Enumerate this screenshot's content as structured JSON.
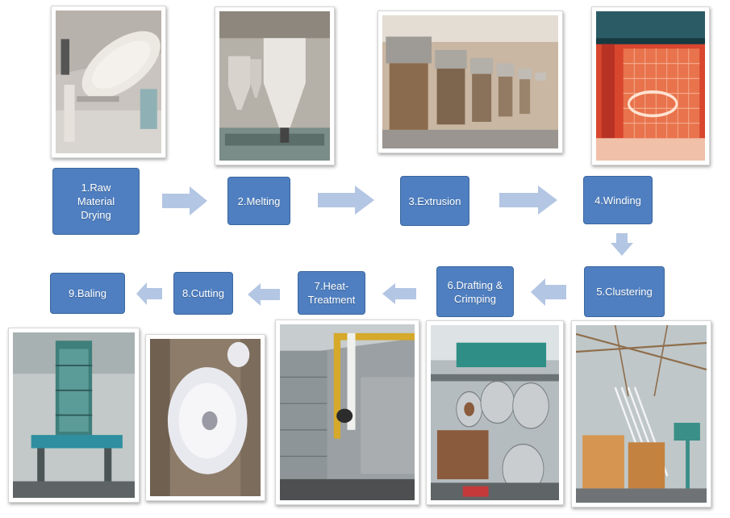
{
  "steps": [
    {
      "id": "raw-material-drying",
      "label": "1.Raw\nMaterial\nDrying"
    },
    {
      "id": "melting",
      "label": "2.Melting"
    },
    {
      "id": "extrusion",
      "label": "3.Extrusion"
    },
    {
      "id": "winding",
      "label": "4.Winding"
    },
    {
      "id": "clustering",
      "label": "5.Clustering"
    },
    {
      "id": "drafting-crimping",
      "label": "6.Drafting &\nCrimping"
    },
    {
      "id": "heat-treatment",
      "label": "7.Heat-\nTreatment"
    },
    {
      "id": "cutting",
      "label": "8.Cutting"
    },
    {
      "id": "baling",
      "label": "9.Baling"
    }
  ],
  "photos": [
    {
      "name": "raw-material-drying-photo",
      "depicts": "insulated dryer duct in plant hall"
    },
    {
      "name": "melting-photo",
      "depicts": "conical silos above machines"
    },
    {
      "name": "extrusion-photo",
      "depicts": "row of cylindrical extruder units"
    },
    {
      "name": "winding-photo",
      "depicts": "glowing orange spinning chamber"
    },
    {
      "name": "baling-photo",
      "depicts": "tall green steel baling tower"
    },
    {
      "name": "cutting-photo",
      "depicts": "white fiber bundle in cutter"
    },
    {
      "name": "heat-treatment-photo",
      "depicts": "heat-setting oven with yellow gas pipes"
    },
    {
      "name": "drafting-crimping-photo",
      "depicts": "steel drafting rollers"
    },
    {
      "name": "clustering-photo",
      "depicts": "fiber tows fed into canisters"
    }
  ],
  "colors": {
    "box": "#4f7fc0",
    "arrow": "#b3c6e3",
    "text": "#ffffff"
  }
}
